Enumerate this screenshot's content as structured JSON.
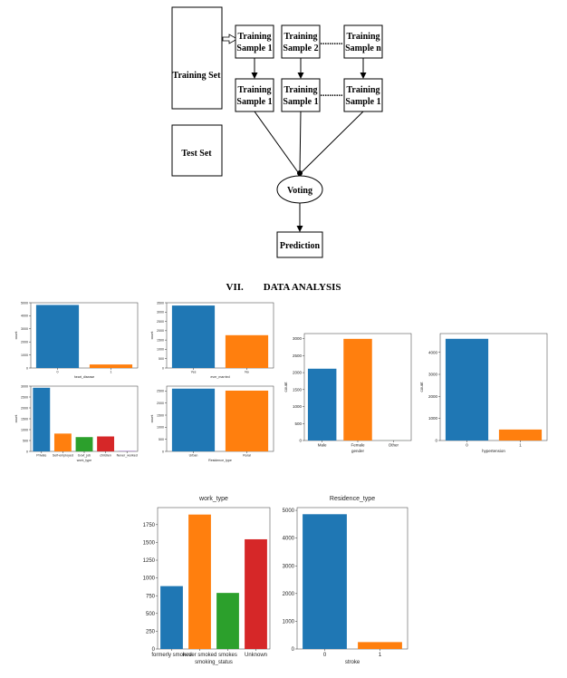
{
  "diagram": {
    "training_set": "Training Set",
    "test_set": "Test Set",
    "top_row": [
      [
        "Training",
        "Sample 1"
      ],
      [
        "Training",
        "Sample 2"
      ],
      [
        "Training",
        "Sample n"
      ]
    ],
    "bottom_row": [
      [
        "Training",
        "Sample 1"
      ],
      [
        "Training",
        "Sample 1"
      ],
      [
        "Training",
        "Sample 1"
      ]
    ],
    "dots": "..........",
    "voting": "Voting",
    "prediction": "Prediction"
  },
  "section": {
    "number": "VII.",
    "title": "DATA ANALYSIS"
  },
  "chart_data": [
    {
      "type": "bar",
      "xlabel": "heart_disease",
      "ylabel": "count",
      "categories": [
        "0",
        "1"
      ],
      "values": [
        4830,
        270
      ],
      "colors": [
        "#1f77b4",
        "#ff7f0e"
      ],
      "ylim": [
        0,
        5000
      ],
      "yticks": [
        0,
        1000,
        2000,
        3000,
        4000,
        5000
      ]
    },
    {
      "type": "bar",
      "xlabel": "ever_married",
      "ylabel": "count",
      "categories": [
        "Yes",
        "No"
      ],
      "values": [
        3350,
        1760
      ],
      "colors": [
        "#1f77b4",
        "#ff7f0e"
      ],
      "ylim": [
        0,
        3500
      ],
      "yticks": [
        0,
        500,
        1000,
        1500,
        2000,
        2500,
        3000,
        3500
      ]
    },
    {
      "type": "bar",
      "xlabel": "work_type",
      "ylabel": "count",
      "categories": [
        "Private",
        "Self-employed",
        "Govt_job",
        "children",
        "Never_worked"
      ],
      "values": [
        2925,
        819,
        657,
        687,
        22
      ],
      "colors": [
        "#1f77b4",
        "#ff7f0e",
        "#2ca02c",
        "#d62728",
        "#9467bd"
      ],
      "ylim": [
        0,
        3000
      ],
      "yticks": [
        0,
        500,
        1000,
        1500,
        2000,
        2500,
        3000
      ]
    },
    {
      "type": "bar",
      "xlabel": "Residence_type",
      "ylabel": "count",
      "categories": [
        "Urban",
        "Rural"
      ],
      "values": [
        2596,
        2514
      ],
      "colors": [
        "#1f77b4",
        "#ff7f0e"
      ],
      "ylim": [
        0,
        2700
      ],
      "yticks": [
        0,
        500,
        1000,
        1500,
        2000,
        2500
      ]
    },
    {
      "type": "bar",
      "xlabel": "gender",
      "ylabel": "count",
      "categories": [
        "Male",
        "Female",
        "Other"
      ],
      "values": [
        2115,
        2994,
        1
      ],
      "colors": [
        "#1f77b4",
        "#ff7f0e",
        "#2ca02c"
      ],
      "ylim": [
        0,
        3150
      ],
      "yticks": [
        0,
        500,
        1000,
        1500,
        2000,
        2500,
        3000
      ]
    },
    {
      "type": "bar",
      "xlabel": "hypertension",
      "ylabel": "count",
      "categories": [
        "0",
        "1"
      ],
      "values": [
        4612,
        498
      ],
      "colors": [
        "#1f77b4",
        "#ff7f0e"
      ],
      "ylim": [
        0,
        4850
      ],
      "yticks": [
        0,
        1000,
        2000,
        3000,
        4000
      ]
    },
    {
      "type": "bar",
      "title": "work_type",
      "xlabel": "smoking_status",
      "ylabel": "count",
      "categories": [
        "formerly smoked",
        "never smoked",
        "smokes",
        "Unknown"
      ],
      "values": [
        885,
        1892,
        789,
        1544
      ],
      "colors": [
        "#1f77b4",
        "#ff7f0e",
        "#2ca02c",
        "#d62728"
      ],
      "ylim": [
        0,
        1990
      ],
      "yticks": [
        0,
        250,
        500,
        750,
        1000,
        1250,
        1500,
        1750
      ]
    },
    {
      "type": "bar",
      "title": "Residence_type",
      "xlabel": "stroke",
      "ylabel": "count",
      "categories": [
        "0",
        "1"
      ],
      "values": [
        4861,
        249
      ],
      "colors": [
        "#1f77b4",
        "#ff7f0e"
      ],
      "ylim": [
        0,
        5100
      ],
      "yticks": [
        0,
        1000,
        2000,
        3000,
        4000,
        5000
      ]
    }
  ]
}
